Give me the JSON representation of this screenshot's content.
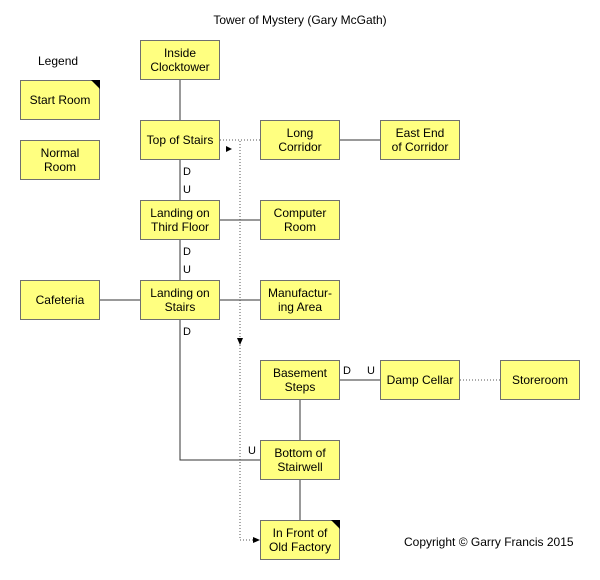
{
  "title": "Tower of Mystery (Gary McGath)",
  "legend": {
    "title": "Legend",
    "start_room": "Start Room",
    "normal_room": "Normal Room"
  },
  "rooms": {
    "inside_clocktower": "Inside Clocktower",
    "top_of_stairs": "Top of Stairs",
    "long_corridor": "Long Corridor",
    "east_end_of_corridor": "East End of Corridor",
    "landing_third_floor": "Landing on Third Floor",
    "computer_room": "Computer Room",
    "cafeteria": "Cafeteria",
    "landing_on_stairs": "Landing on Stairs",
    "manufacturing_area": "Manufactur-ing Area",
    "basement_steps": "Basement Steps",
    "damp_cellar": "Damp Cellar",
    "storeroom": "Storeroom",
    "bottom_of_stairwell": "Bottom of Stairwell",
    "front_old_factory": "In Front of Old Factory"
  },
  "direction_labels": {
    "top_d": "D",
    "third_u": "U",
    "third_d": "D",
    "landing_u": "U",
    "landing_d": "D",
    "basement_d": "D",
    "cellar_u": "U",
    "bottom_u": "U"
  },
  "copyright": "Copyright © Garry Francis 2015"
}
